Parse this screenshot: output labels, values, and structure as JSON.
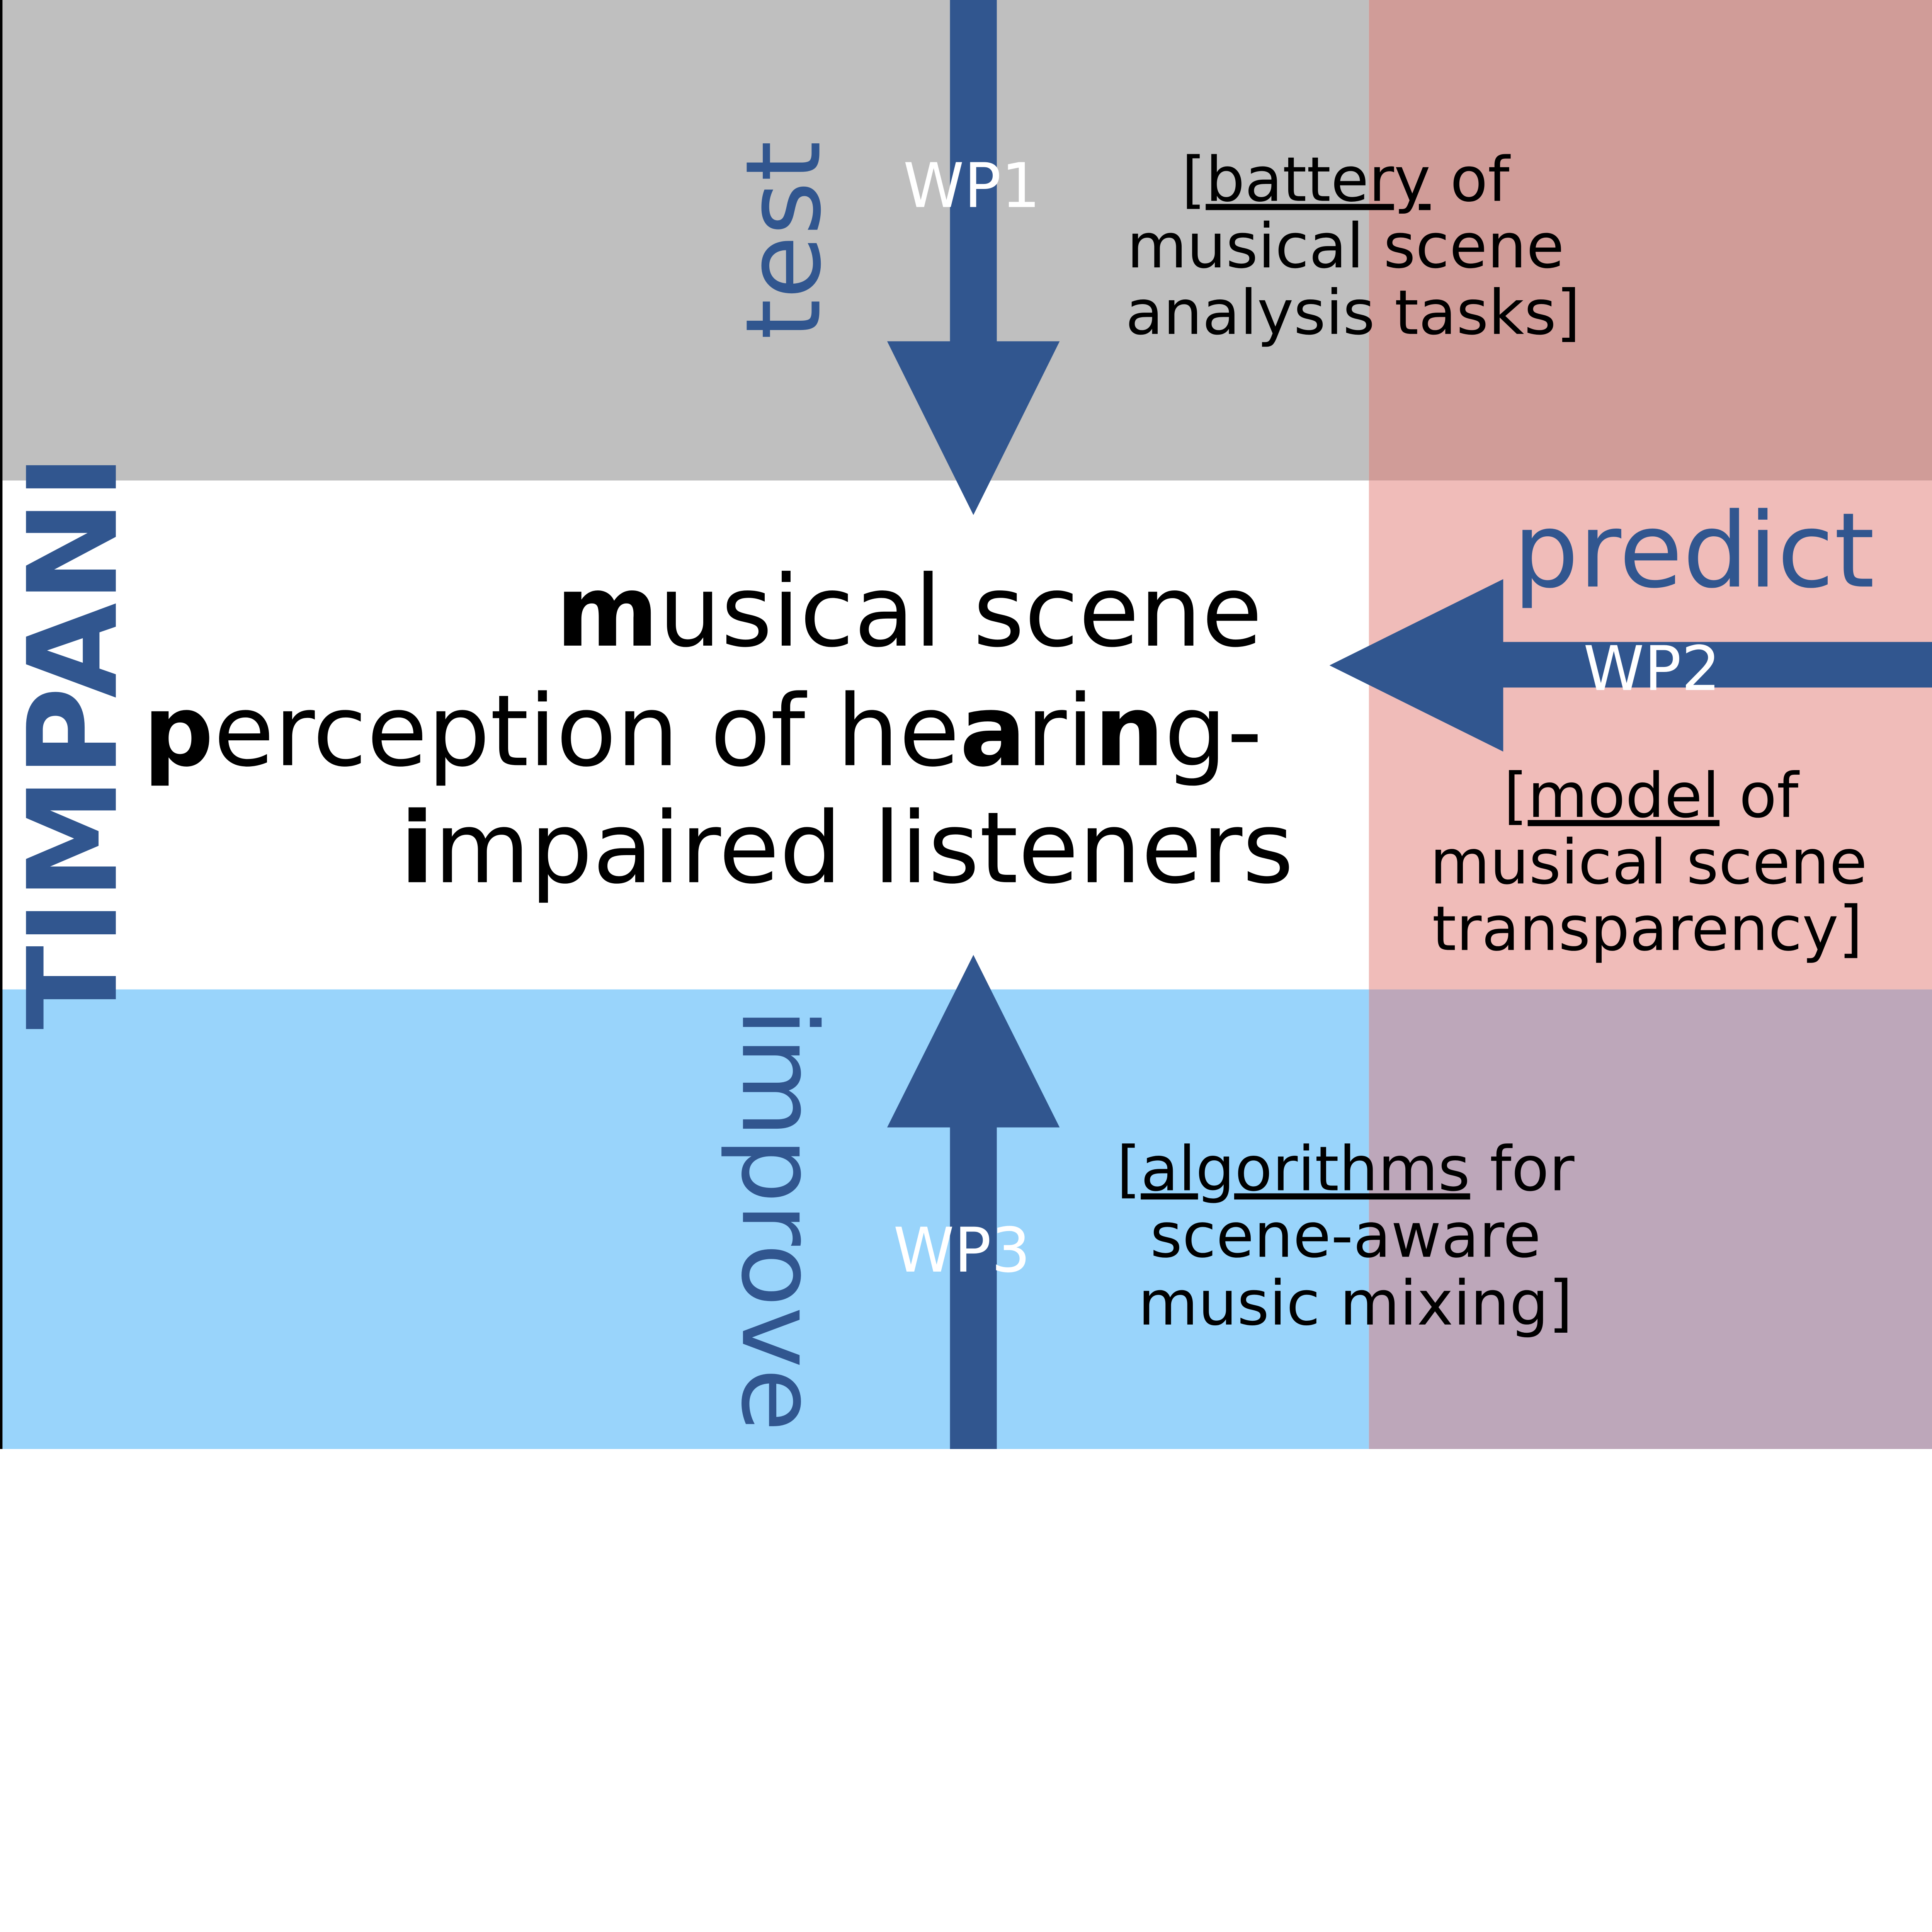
{
  "colors": {
    "arrow": "#31568f",
    "test_band": "#bfbfbf",
    "test_model_corner": "#d09c98",
    "model_band": "#f0bcb9",
    "improve_band": "#99d4fb",
    "improve_model_corner": "#bda7ba"
  },
  "project": "TIMPANI",
  "title": {
    "line1": [
      {
        "t": "m",
        "bold": true
      },
      {
        "t": "usical scene",
        "bold": false
      }
    ],
    "line2": [
      {
        "t": "p",
        "bold": true
      },
      {
        "t": "erception of he",
        "bold": false
      },
      {
        "t": "a",
        "bold": true
      },
      {
        "t": "ri",
        "bold": false
      },
      {
        "t": "n",
        "bold": true
      },
      {
        "t": "g-",
        "bold": false
      }
    ],
    "line3": [
      {
        "t": "i",
        "bold": true
      },
      {
        "t": "mpaired listeners",
        "bold": false
      }
    ]
  },
  "wp1": {
    "verb": "test",
    "label": "WP1",
    "note": {
      "open": "[",
      "keyword": "battery",
      "rest1": " of",
      "line2": "musical scene",
      "line3": "analysis tasks]"
    }
  },
  "wp2": {
    "verb": "predict",
    "label": "WP2",
    "note": {
      "open": "[",
      "keyword": "model",
      "rest1": " of",
      "line2": "musical scene",
      "line3": "transparency]"
    }
  },
  "wp3": {
    "verb": "improve",
    "label": "WP3",
    "note": {
      "open": "[",
      "keyword": "algorithms",
      "rest1": " for",
      "line2": "scene-aware",
      "line3": "music mixing]"
    }
  }
}
